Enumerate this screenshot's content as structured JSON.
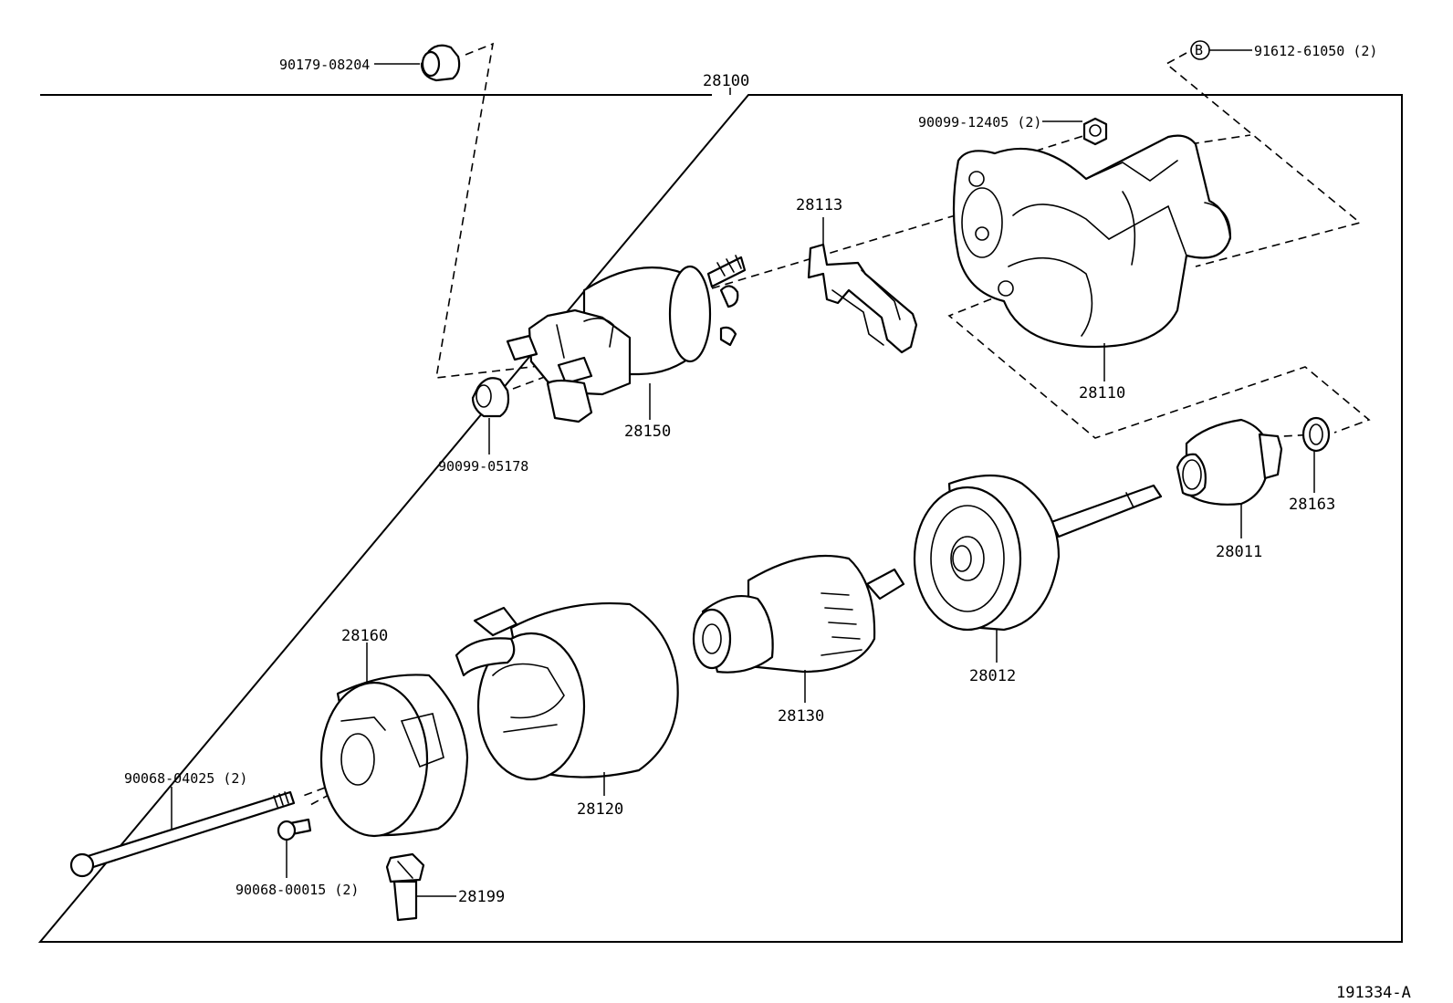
{
  "diagram": {
    "assembly_label": "28100",
    "figure_id": "191334-A",
    "callout_letter": "B",
    "parts": [
      {
        "id": "p-90179-08204",
        "label": "90179-08204"
      },
      {
        "id": "p-91612-61050",
        "label": "91612-61050 (2)"
      },
      {
        "id": "p-90099-12405",
        "label": "90099-12405 (2)"
      },
      {
        "id": "p-28113",
        "label": "28113"
      },
      {
        "id": "p-28110",
        "label": "28110"
      },
      {
        "id": "p-28150",
        "label": "28150"
      },
      {
        "id": "p-90099-05178",
        "label": "90099-05178"
      },
      {
        "id": "p-28163",
        "label": "28163"
      },
      {
        "id": "p-28011",
        "label": "28011"
      },
      {
        "id": "p-28012",
        "label": "28012"
      },
      {
        "id": "p-28130",
        "label": "28130"
      },
      {
        "id": "p-28160",
        "label": "28160"
      },
      {
        "id": "p-28120",
        "label": "28120"
      },
      {
        "id": "p-90068-04025",
        "label": "90068-04025 (2)"
      },
      {
        "id": "p-90068-00015",
        "label": "90068-00015 (2)"
      },
      {
        "id": "p-28199",
        "label": "28199"
      }
    ]
  }
}
